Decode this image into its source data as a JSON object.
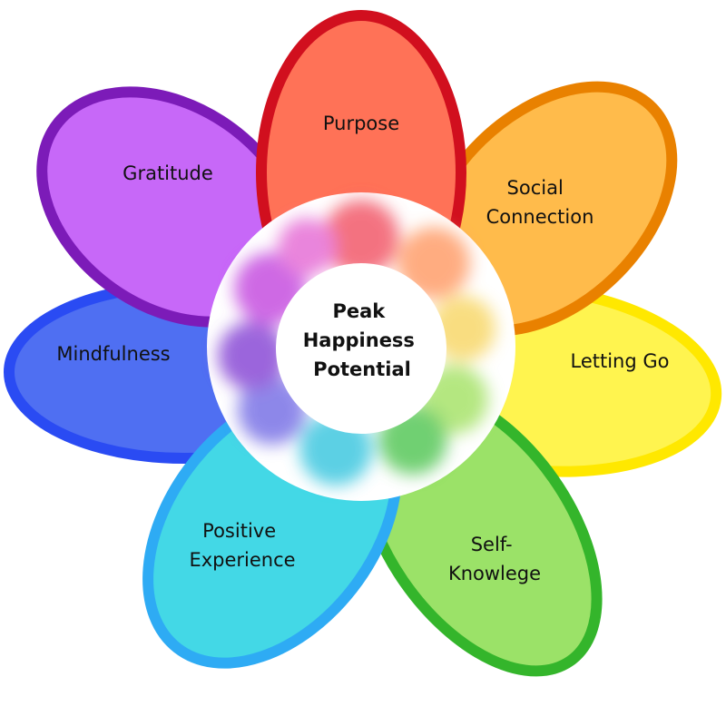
{
  "diagram": {
    "center": {
      "lines": [
        "Peak",
        "Happiness",
        "Potential"
      ]
    },
    "petals": [
      {
        "id": "purpose",
        "label_lines": [
          "Purpose"
        ],
        "fill": "#FF7257",
        "stroke": "#D10F1E"
      },
      {
        "id": "social-connection",
        "label_lines": [
          "Social",
          "Connection"
        ],
        "fill": "#FFBB4B",
        "stroke": "#E98100"
      },
      {
        "id": "letting-go",
        "label_lines": [
          "Letting Go"
        ],
        "fill": "#FFF44F",
        "stroke": "#FFE800"
      },
      {
        "id": "self-knowlege",
        "label_lines": [
          "Self-",
          "Knowlege"
        ],
        "fill": "#9BE268",
        "stroke": "#34B52B"
      },
      {
        "id": "positive-experience",
        "label_lines": [
          "Positive",
          "Experience"
        ],
        "fill": "#43D8E6",
        "stroke": "#2EABF4"
      },
      {
        "id": "mindfulness",
        "label_lines": [
          "Mindfulness"
        ],
        "fill": "#4F6FF2",
        "stroke": "#2A4BF3"
      },
      {
        "id": "gratitude",
        "label_lines": [
          "Gratitude"
        ],
        "fill": "#C768F8",
        "stroke": "#7C1BB8"
      }
    ]
  }
}
